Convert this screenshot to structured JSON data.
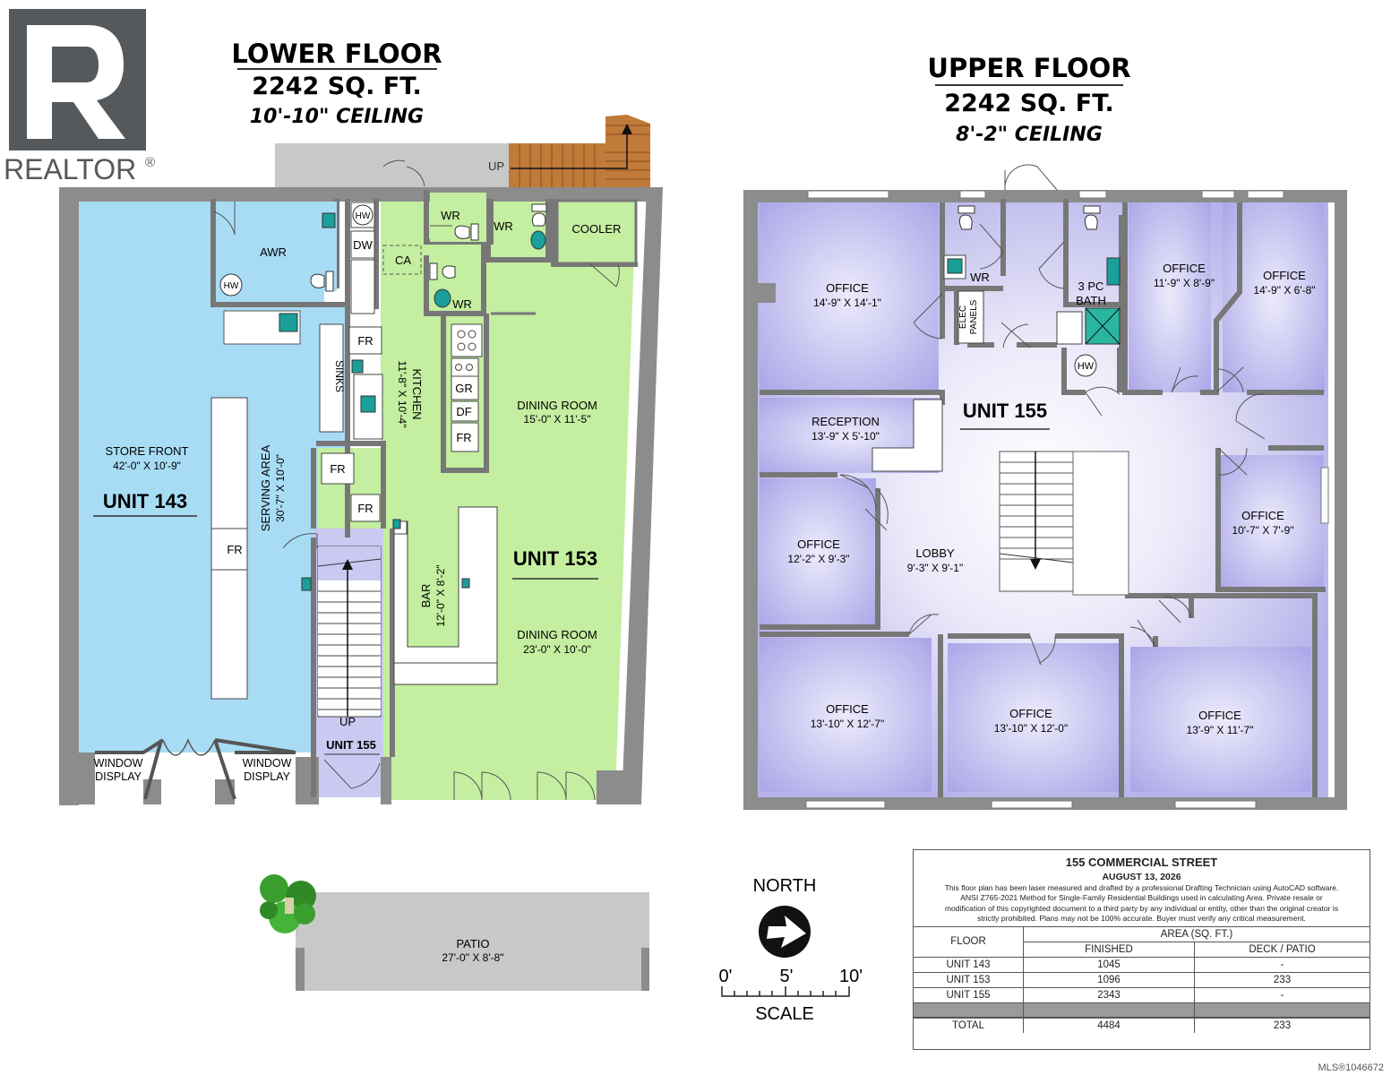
{
  "brand": {
    "name": "REALTOR",
    "registered_mark": "®",
    "logo_letter": "R",
    "color": "#55595c"
  },
  "lower_floor": {
    "title": "LOWER FLOOR",
    "area": "2242 SQ. FT.",
    "ceiling": "10'-10\" CEILING",
    "rooms": {
      "awr": "AWR",
      "hw1": "HW",
      "hw2": "HW",
      "dw": "DW",
      "ca": "CA",
      "wr1": "WR",
      "wr2": "WR",
      "wr3": "WR",
      "cooler": "COOLER",
      "up_stairs": "UP",
      "sinks": "SINKS",
      "fr1": "FR",
      "fr2": "FR",
      "fr3": "FR",
      "fr4": "FR",
      "fr5": "FR",
      "gr": "GR",
      "df": "DF",
      "kitchen_name": "KITCHEN",
      "kitchen_dim": "11'-8\" X 10'-4\"",
      "dining1_name": "DINING ROOM",
      "dining1_dim": "15'-0\" X 11'-5\"",
      "store_name": "STORE FRONT",
      "store_dim": "42'-0\" X 10'-9\"",
      "unit143": "UNIT 143",
      "serving_name": "SERVING AREA",
      "serving_dim": "30'-7\" X 10'-0\"",
      "unit153": "UNIT 153",
      "bar_name": "BAR",
      "bar_dim": "12'-0\" X 8'-2\"",
      "dining2_name": "DINING ROOM",
      "dining2_dim": "23'-0\" X 10'-0\"",
      "up2": "UP",
      "unit155": "UNIT 155",
      "window_display_1": "WINDOW",
      "window_display_1b": "DISPLAY",
      "window_display_2": "WINDOW",
      "window_display_2b": "DISPLAY"
    },
    "colors": {
      "store": "#a8dcf5",
      "restaurant": "#c4eea0",
      "unit155": "#c9c9f2",
      "wall": "#8c8c8c",
      "exterior": "#c8c8c8",
      "stairs_wood": "#c07a3a"
    }
  },
  "upper_floor": {
    "title": "UPPER FLOOR",
    "area": "2242 SQ. FT.",
    "ceiling": "8'-2\" CEILING",
    "rooms": {
      "office1_name": "OFFICE",
      "office1_dim": "14'-9\" X 14'-1\"",
      "wr": "WR",
      "elec1": "ELEC",
      "elec2": "PANELS",
      "bath1": "3 PC",
      "bath2": "BATH",
      "hw": "HW",
      "office2_name": "OFFICE",
      "office2_dim": "11'-9\" X 8'-9\"",
      "office3_name": "OFFICE",
      "office3_dim": "14'-9\" X 6'-8\"",
      "reception_name": "RECEPTION",
      "reception_dim": "13'-9\" X 5'-10\"",
      "unit155": "UNIT 155",
      "office4_name": "OFFICE",
      "office4_dim": "10'-7\" X 7'-9\"",
      "office5_name": "OFFICE",
      "office5_dim": "12'-2\" X 9'-3\"",
      "lobby_name": "LOBBY",
      "lobby_dim": "9'-3\" X 9'-1\"",
      "office6_name": "OFFICE",
      "office6_dim": "13'-10\" X 12'-7\"",
      "office7_name": "OFFICE",
      "office7_dim": "13'-10\" X 12'-0\"",
      "office8_name": "OFFICE",
      "office8_dim": "13'-9\" X 11'-7\""
    },
    "colors": {
      "office": "#b3b0ec",
      "light": "#ecebfb"
    }
  },
  "patio": {
    "name": "PATIO",
    "dim": "27'-0\" X 8'-8\""
  },
  "compass": {
    "label": "NORTH"
  },
  "scale": {
    "label": "SCALE",
    "ticks": [
      "0'",
      "5'",
      "10'"
    ]
  },
  "info": {
    "title": "155 COMMERCIAL STREET",
    "date": "AUGUST 13, 2026",
    "disclaimer_1": "This floor plan has been laser measured and drafted by a professional Drafting Technician using AutoCAD software.",
    "disclaimer_2": "ANSI Z765-2021 Method for Single-Family Residential Buildings used in calculating Area. Private resale or",
    "disclaimer_3": "modification of this copyrighted document to a third party by any individual or entity, other than the original creator is",
    "disclaimer_4": "strictly prohibited. Plans may not be 100% accurate.  Buyer must verify any critical measurement.",
    "col_floor": "FLOOR",
    "col_area": "AREA (SQ. FT.)",
    "col_finished": "FINISHED",
    "col_deck": "DECK / PATIO",
    "rows": [
      {
        "floor": "UNIT 143",
        "finished": "1045",
        "deck": "-"
      },
      {
        "floor": "UNIT 153",
        "finished": "1096",
        "deck": "233"
      },
      {
        "floor": "UNIT 155",
        "finished": "2343",
        "deck": "-"
      }
    ],
    "total_label": "TOTAL",
    "total_finished": "4484",
    "total_deck": "233"
  },
  "mls": "MLS®1046672"
}
